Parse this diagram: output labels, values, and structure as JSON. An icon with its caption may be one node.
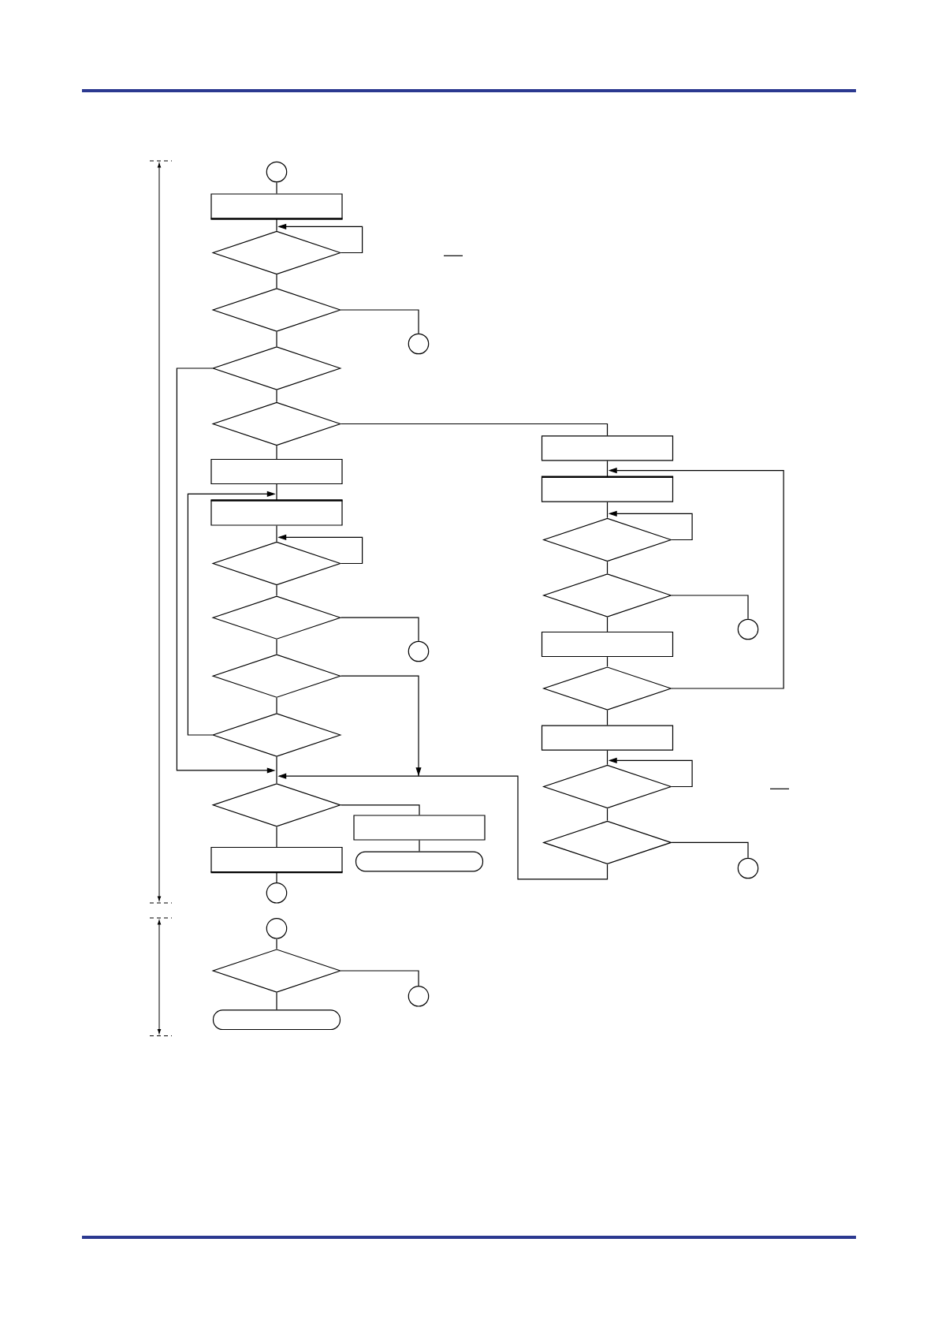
{
  "diagram": {
    "nodes": [
      {
        "text": [],
        "shape": "circle"
      },
      {
        "text": [],
        "shape": "box"
      },
      {
        "text": [],
        "shape": "diamond"
      },
      {
        "text": [],
        "shape": "diamond"
      },
      {
        "text": [],
        "shape": "circle"
      },
      {
        "text": [],
        "shape": "diamond"
      },
      {
        "text": [],
        "shape": "diamond"
      },
      {
        "text": [],
        "shape": "box"
      },
      {
        "text": [],
        "shape": "box"
      },
      {
        "text": [],
        "shape": "box"
      },
      {
        "text": [],
        "shape": "box"
      },
      {
        "text": [],
        "shape": "diamond"
      },
      {
        "text": [],
        "shape": "diamond"
      },
      {
        "text": [],
        "shape": "diamond"
      },
      {
        "text": [],
        "shape": "diamond"
      },
      {
        "text": [],
        "shape": "circle"
      },
      {
        "text": [],
        "shape": "box"
      },
      {
        "text": [],
        "shape": "circle"
      },
      {
        "text": [],
        "shape": "diamond"
      },
      {
        "text": [],
        "shape": "diamond"
      },
      {
        "text": [],
        "shape": "diamond"
      },
      {
        "text": [],
        "shape": "box"
      },
      {
        "text": [],
        "shape": "diamond"
      },
      {
        "text": [],
        "shape": "diamond"
      },
      {
        "text": [],
        "shape": "box"
      },
      {
        "text": [],
        "shape": "diamond"
      },
      {
        "text": [],
        "shape": "box"
      },
      {
        "text": [],
        "shape": "pill"
      },
      {
        "text": [],
        "shape": "circle"
      },
      {
        "text": [],
        "shape": "circle"
      },
      {
        "text": [],
        "shape": "circle"
      },
      {
        "text": [],
        "shape": "diamond"
      },
      {
        "text": [],
        "shape": "circle"
      },
      {
        "text": [],
        "shape": "pill"
      }
    ],
    "edges": [
      {
        "from": 0,
        "to": 1,
        "arrow": "none"
      },
      {
        "from": 1,
        "to": 2,
        "arrow": "none"
      },
      {
        "from": 2,
        "to": 2,
        "arrow": "to"
      },
      {
        "from": 2,
        "to": 3,
        "arrow": "none"
      },
      {
        "from": 3,
        "to": 4,
        "arrow": "none"
      },
      {
        "from": 3,
        "to": 5,
        "arrow": "none"
      },
      {
        "from": 5,
        "to": 6,
        "arrow": "none"
      },
      {
        "from": 5,
        "to": 23,
        "arrow": "to"
      },
      {
        "from": 6,
        "to": 8,
        "arrow": "none"
      },
      {
        "from": 6,
        "to": 7,
        "arrow": "none"
      },
      {
        "from": 8,
        "to": 10,
        "arrow": "none"
      },
      {
        "from": 10,
        "to": 12,
        "arrow": "none"
      },
      {
        "from": 12,
        "to": 12,
        "arrow": "to"
      },
      {
        "from": 12,
        "to": 14,
        "arrow": "none"
      },
      {
        "from": 14,
        "to": 17,
        "arrow": "none"
      },
      {
        "from": 14,
        "to": 18,
        "arrow": "none"
      },
      {
        "from": 18,
        "to": 20,
        "arrow": "none"
      },
      {
        "from": 18,
        "to": 23,
        "arrow": "to"
      },
      {
        "from": 20,
        "to": 10,
        "arrow": "to"
      },
      {
        "from": 20,
        "to": 23,
        "arrow": "none"
      },
      {
        "from": 23,
        "to": 26,
        "arrow": "none"
      },
      {
        "from": 23,
        "to": 24,
        "arrow": "none"
      },
      {
        "from": 24,
        "to": 27,
        "arrow": "none"
      },
      {
        "from": 26,
        "to": 29,
        "arrow": "none"
      },
      {
        "from": 30,
        "to": 31,
        "arrow": "none"
      },
      {
        "from": 31,
        "to": 32,
        "arrow": "none"
      },
      {
        "from": 31,
        "to": 33,
        "arrow": "none"
      },
      {
        "from": 7,
        "to": 9,
        "arrow": "none"
      },
      {
        "from": 9,
        "to": 11,
        "arrow": "none"
      },
      {
        "from": 11,
        "to": 11,
        "arrow": "to"
      },
      {
        "from": 11,
        "to": 13,
        "arrow": "none"
      },
      {
        "from": 13,
        "to": 15,
        "arrow": "none"
      },
      {
        "from": 13,
        "to": 16,
        "arrow": "none"
      },
      {
        "from": 16,
        "to": 19,
        "arrow": "none"
      },
      {
        "from": 19,
        "to": 9,
        "arrow": "to"
      },
      {
        "from": 19,
        "to": 21,
        "arrow": "none"
      },
      {
        "from": 21,
        "to": 22,
        "arrow": "none"
      },
      {
        "from": 22,
        "to": 22,
        "arrow": "to"
      },
      {
        "from": 22,
        "to": 25,
        "arrow": "none"
      },
      {
        "from": 25,
        "to": 28,
        "arrow": "none"
      },
      {
        "from": 25,
        "to": 23,
        "arrow": "to"
      }
    ]
  }
}
